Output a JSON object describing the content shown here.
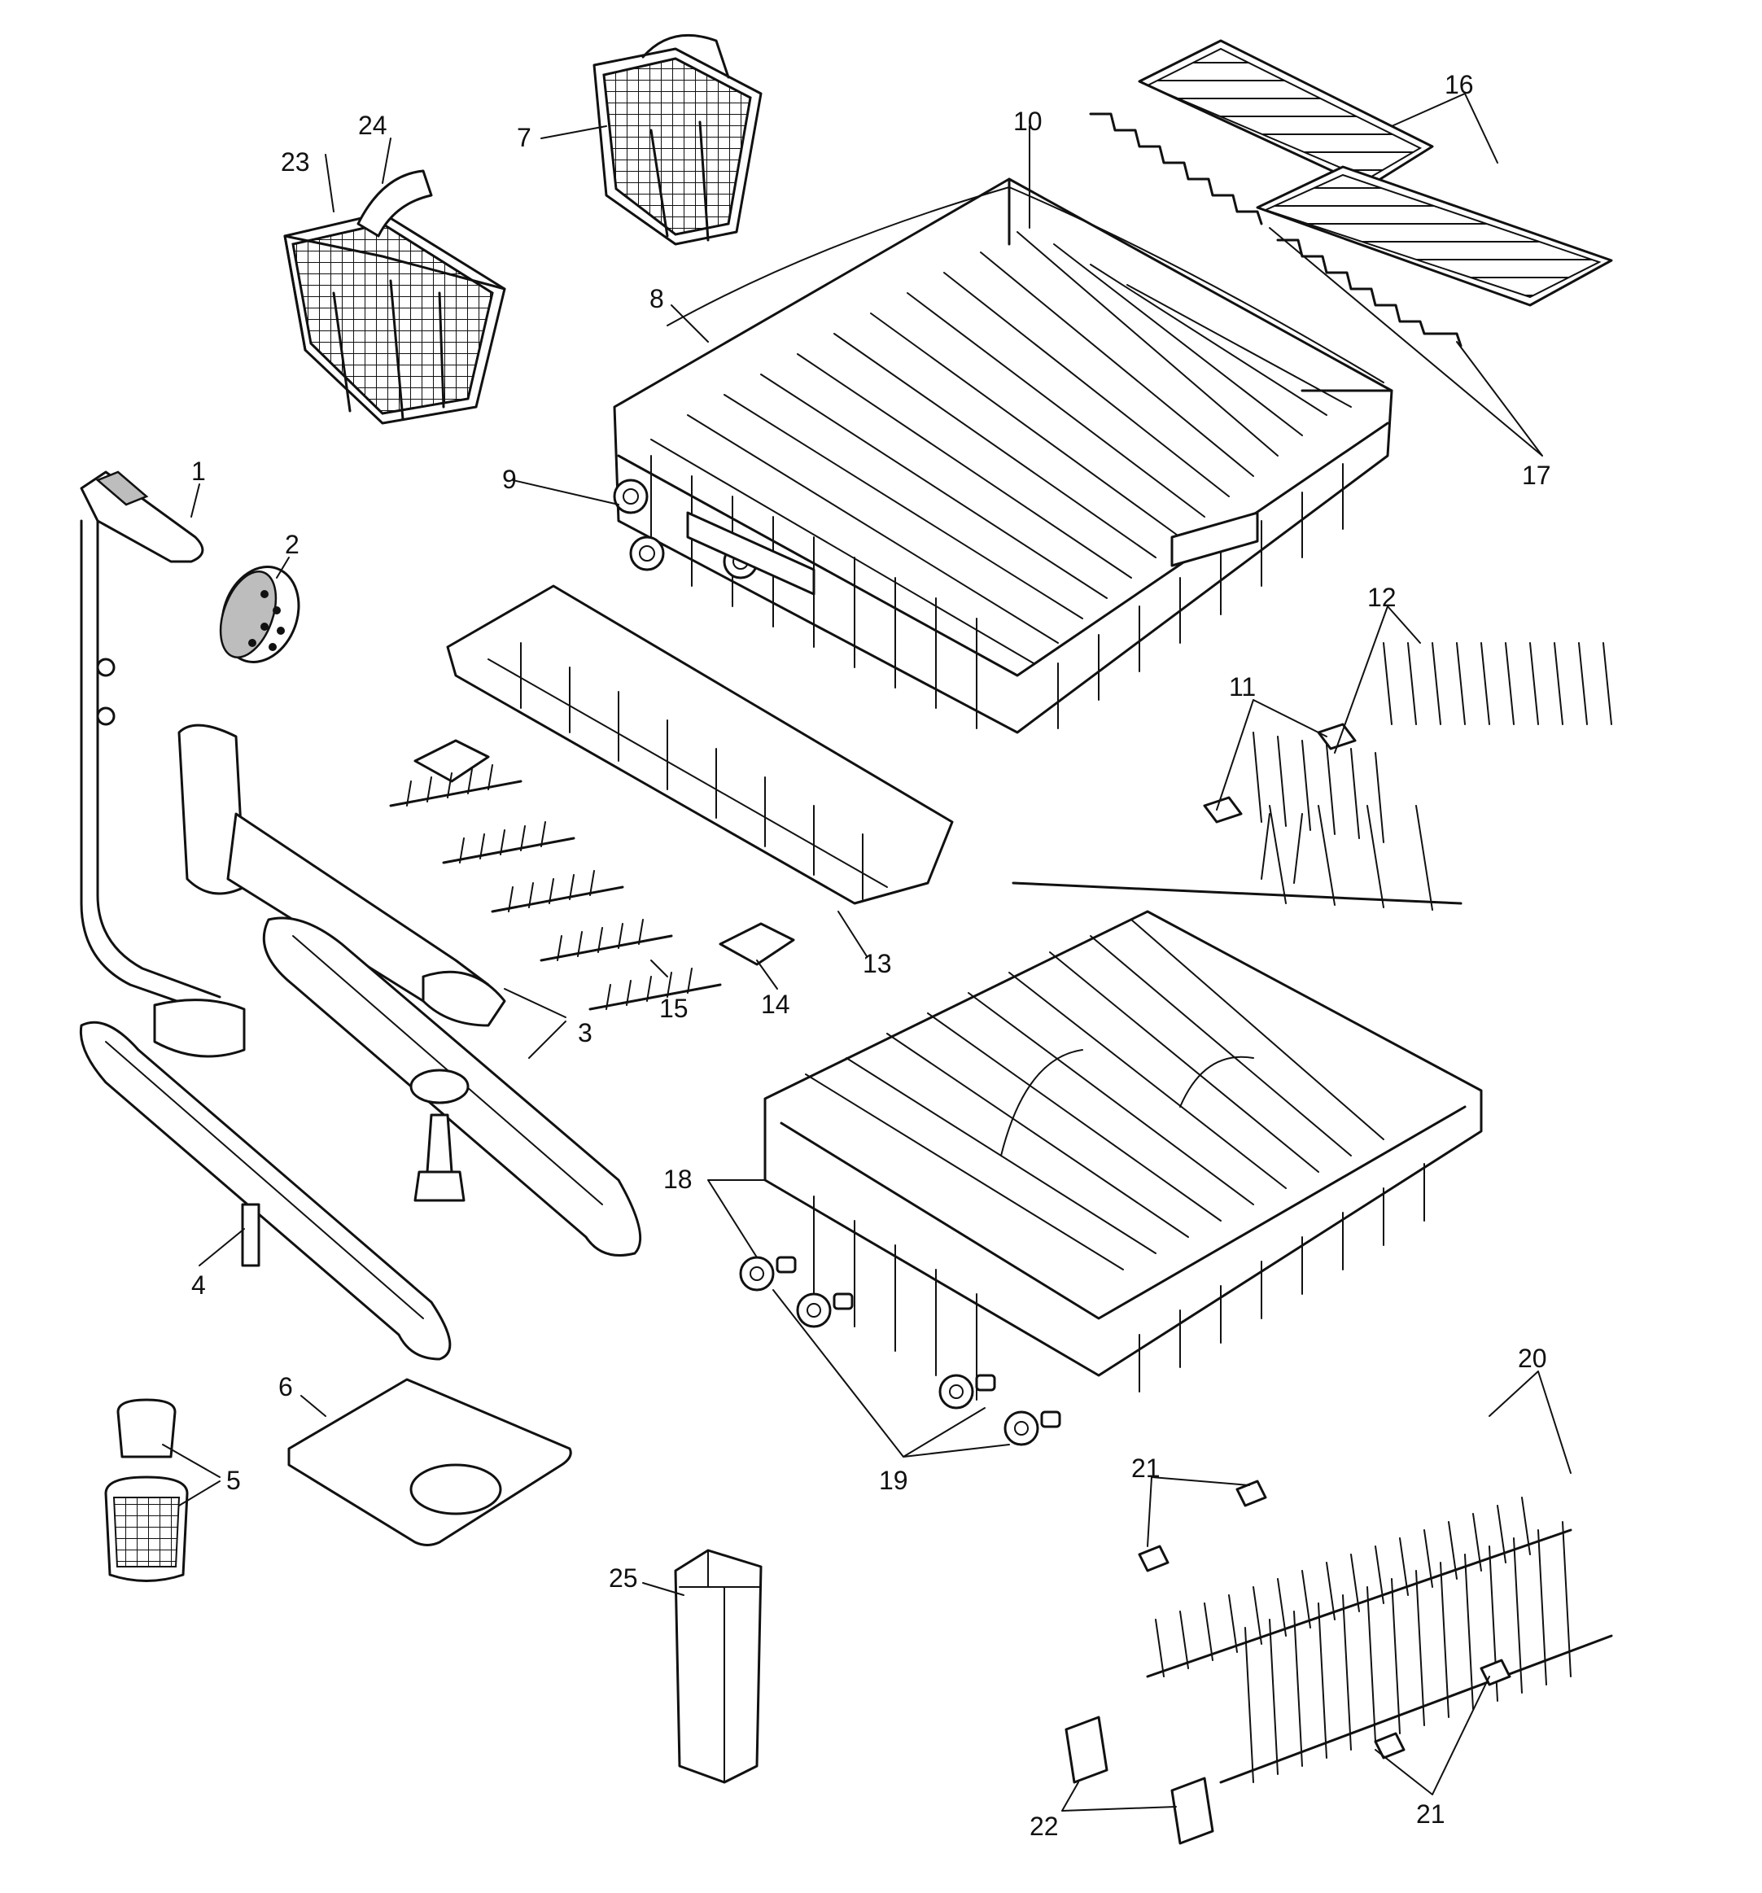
{
  "callouts": [
    {
      "id": "1",
      "text": "1"
    },
    {
      "id": "2",
      "text": "2"
    },
    {
      "id": "3",
      "text": "3"
    },
    {
      "id": "4",
      "text": "4"
    },
    {
      "id": "5",
      "text": "5"
    },
    {
      "id": "6",
      "text": "6"
    },
    {
      "id": "7",
      "text": "7"
    },
    {
      "id": "8",
      "text": "8"
    },
    {
      "id": "9",
      "text": "9"
    },
    {
      "id": "10",
      "text": "10"
    },
    {
      "id": "11",
      "text": "11"
    },
    {
      "id": "12",
      "text": "12"
    },
    {
      "id": "13",
      "text": "13"
    },
    {
      "id": "14",
      "text": "14"
    },
    {
      "id": "15",
      "text": "15"
    },
    {
      "id": "16",
      "text": "16"
    },
    {
      "id": "17",
      "text": "17"
    },
    {
      "id": "18",
      "text": "18"
    },
    {
      "id": "19",
      "text": "19"
    },
    {
      "id": "20",
      "text": "20"
    },
    {
      "id": "21",
      "text": "21"
    },
    {
      "id": "22",
      "text": "22"
    },
    {
      "id": "23",
      "text": "23"
    },
    {
      "id": "24",
      "text": "24"
    },
    {
      "id": "25",
      "text": "25"
    }
  ],
  "colors": {
    "ink": "#111111",
    "paper": "#ffffff",
    "shade": "#bdbdbd"
  }
}
